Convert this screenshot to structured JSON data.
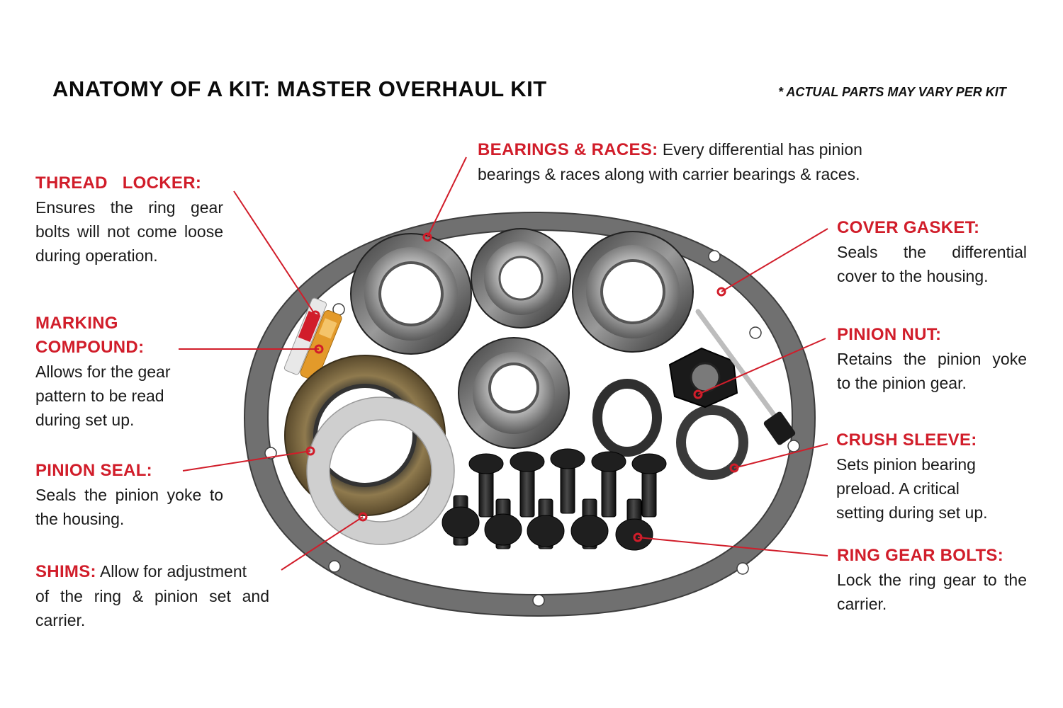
{
  "header": {
    "title": "ANATOMY OF A KIT: MASTER OVERHAUL KIT",
    "disclaimer": "*  ACTUAL PARTS MAY VARY PER KIT"
  },
  "callouts": {
    "thread_locker": {
      "head": "THREAD   LOCKER:",
      "lines": [
        "Ensures the ring gear",
        "bolts will not come loose",
        "during operation."
      ]
    },
    "marking_compound": {
      "head1": "MARKING",
      "head2": "COMPOUND:",
      "lines": [
        "Allows for the gear",
        "pattern to be read",
        "during set up."
      ]
    },
    "pinion_seal": {
      "head": "PINION SEAL:",
      "lines": [
        "Seals the pinion yoke to",
        "the housing."
      ]
    },
    "shims": {
      "head": "SHIMS:",
      "inline": "Allow for adjustment",
      "lines": [
        "of the ring & pinion set and",
        "carrier."
      ]
    },
    "bearings_races": {
      "head": "BEARINGS & RACES:",
      "inline": "Every differential has pinion",
      "lines": [
        "bearings & races along with carrier bearings & races."
      ]
    },
    "cover_gasket": {
      "head": "COVER GASKET:",
      "lines": [
        "Seals the differential",
        "cover to the housing."
      ]
    },
    "pinion_nut": {
      "head": "PINION NUT:",
      "lines": [
        "Retains the pinion yoke",
        "to the pinion gear."
      ]
    },
    "crush_sleeve": {
      "head": "CRUSH SLEEVE:",
      "lines": [
        "Sets pinion bearing",
        "preload. A critical",
        "setting during set up."
      ]
    },
    "ring_gear_bolts": {
      "head": "RING GEAR BOLTS:",
      "lines": [
        "Lock the ring gear to the",
        "carrier."
      ]
    }
  },
  "colors": {
    "accent": "#d11d2a",
    "text": "#1a1a1a",
    "gasket": "#6f6f6f",
    "metal": "#8a8a8a",
    "bolt": "#1c1c1c"
  },
  "icons": [
    "gasket-photo",
    "bearing-photo",
    "pinion-seal-photo",
    "shim-photo",
    "bolt-photo",
    "pinion-nut-photo",
    "crush-sleeve-photo",
    "brush-photo",
    "thread-locker-tube-photo",
    "marking-compound-tube-photo"
  ]
}
